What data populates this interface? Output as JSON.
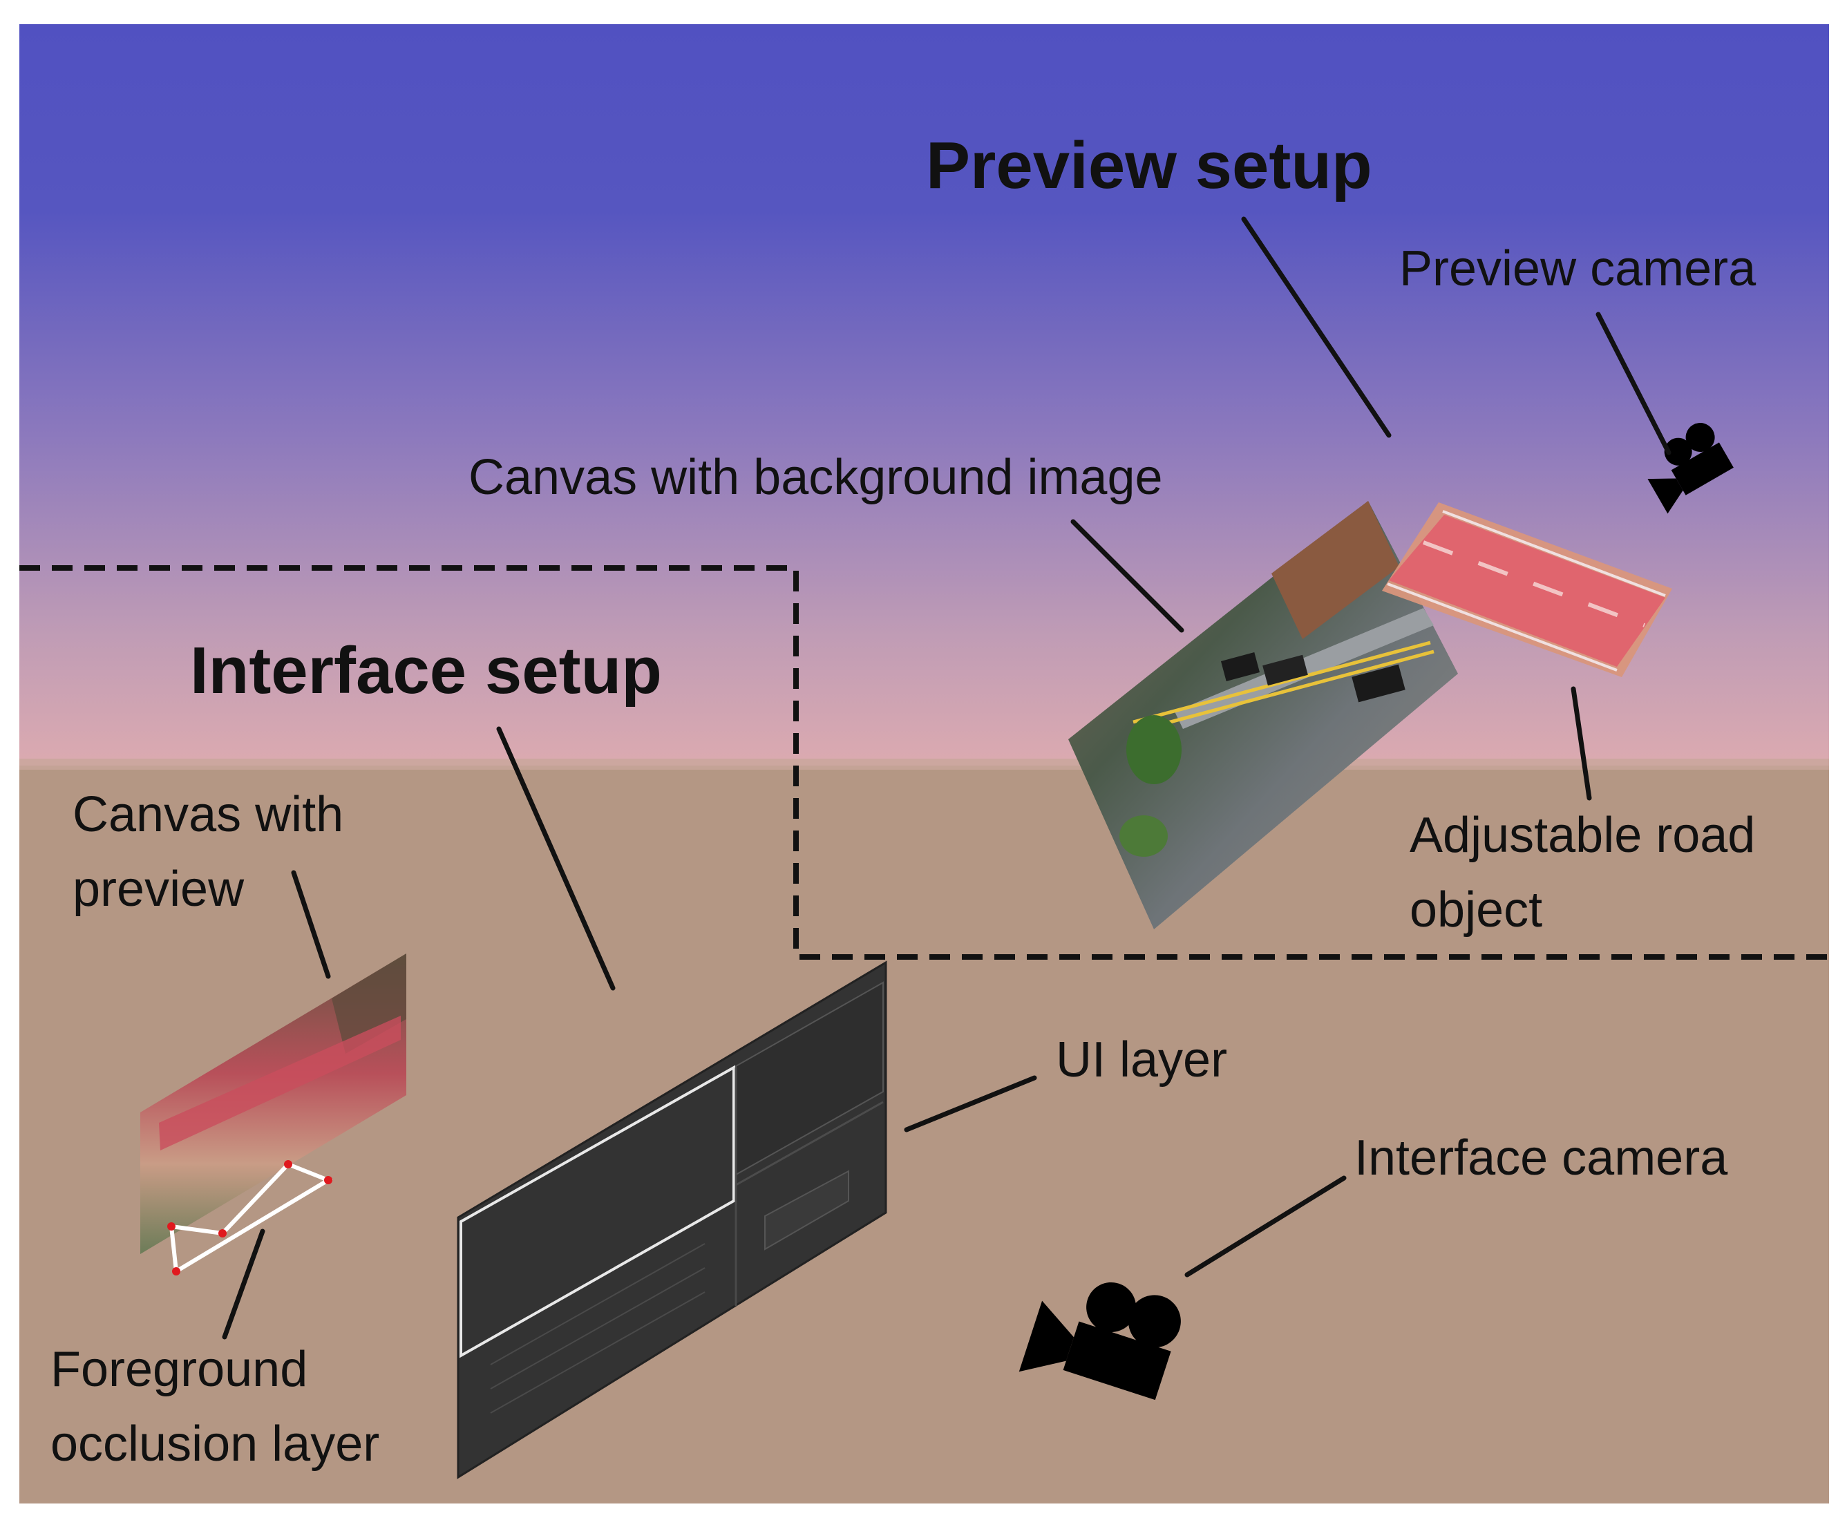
{
  "title_preview": "Preview setup",
  "title_interface": "Interface setup",
  "labels": {
    "preview_camera": "Preview camera",
    "canvas_background": "Canvas with background image",
    "adjustable_road_line1": "Adjustable road",
    "adjustable_road_line2": "object",
    "canvas_preview_line1": "Canvas with",
    "canvas_preview_line2": "preview",
    "ui_layer": "UI layer",
    "interface_camera": "Interface camera",
    "foreground_line1": "Foreground",
    "foreground_line2": "occlusion layer"
  },
  "colors": {
    "sky_top": "#5151c1",
    "sky_mid": "#8c79bd",
    "sky_horizon": "#dcaab0",
    "ground": "#b49784",
    "ui_panel": "#333333",
    "road": "#e0656e",
    "dash_line": "#111111"
  }
}
